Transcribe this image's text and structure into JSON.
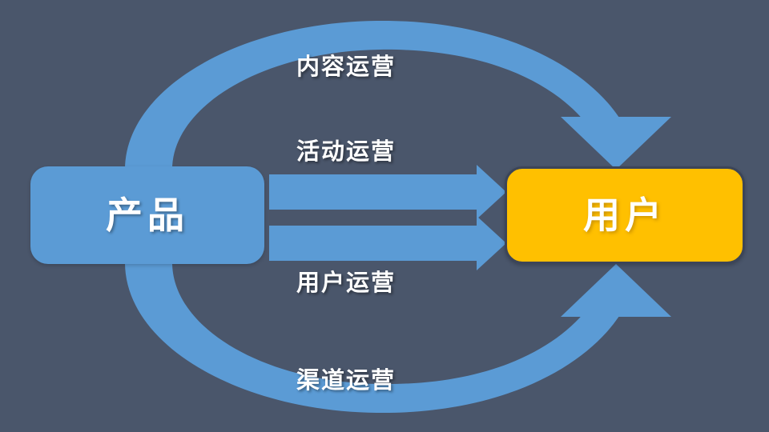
{
  "diagram": {
    "title_text": "",
    "background_color": "#4a566b",
    "nodes": [
      {
        "id": "product",
        "label": "产品",
        "color": "#5b9bd5",
        "text_color": "#ffffff"
      },
      {
        "id": "user",
        "label": "用户",
        "color": "#ffc000",
        "text_color": "#ffffff"
      }
    ],
    "connectors": [
      {
        "id": "content-ops",
        "label": "内容运营",
        "shape": "curved-arc-top",
        "from": "product",
        "to": "user",
        "color": "#5b9bd5"
      },
      {
        "id": "activity-ops",
        "label": "活动运营",
        "shape": "straight-arrow",
        "from": "product",
        "to": "user",
        "color": "#5b9bd5"
      },
      {
        "id": "user-ops",
        "label": "用户运营",
        "shape": "straight-arrow",
        "from": "product",
        "to": "user",
        "color": "#5b9bd5"
      },
      {
        "id": "channel-ops",
        "label": "渠道运营",
        "shape": "curved-arc-bottom",
        "from": "product",
        "to": "user",
        "color": "#5b9bd5"
      }
    ]
  }
}
